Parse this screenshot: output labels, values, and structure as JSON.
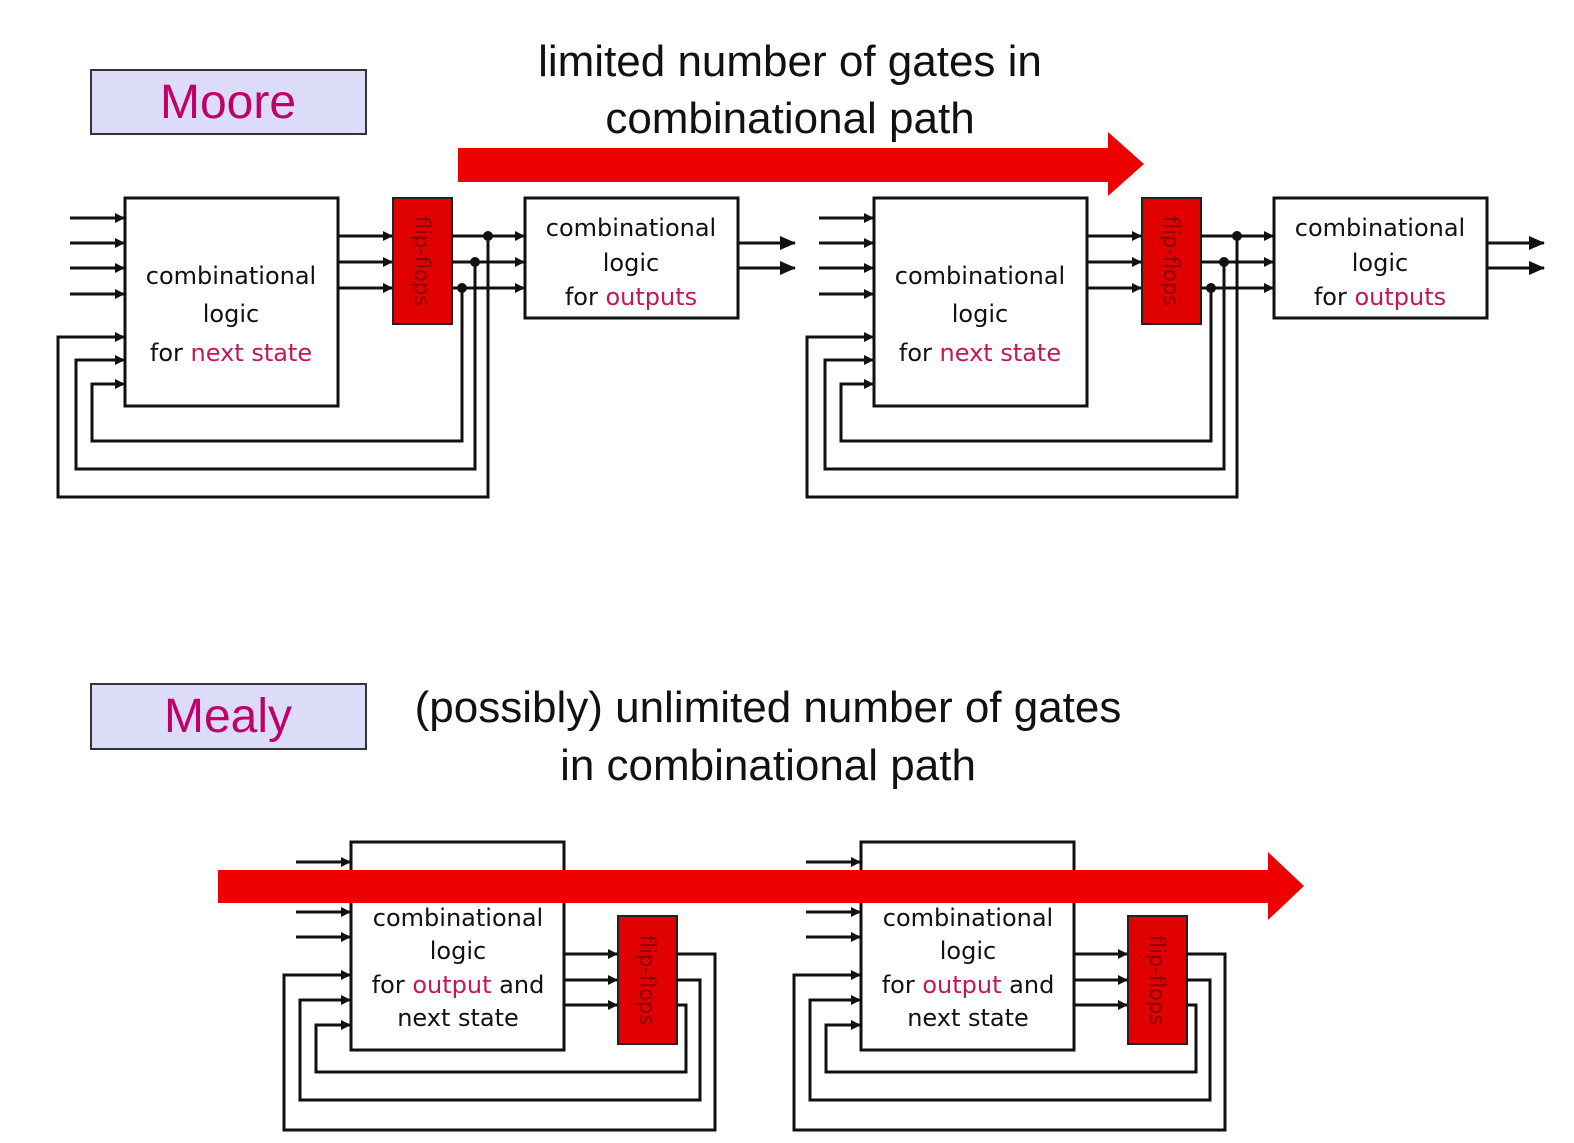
{
  "moore": {
    "label": "Moore",
    "heading_line1": "limited number of gates in",
    "heading_line2": "combinational path",
    "state_logic": {
      "line1": "combinational",
      "line2": "logic",
      "line3_plain": "for ",
      "line3_accent": "next state"
    },
    "output_logic": {
      "line1": "combinational",
      "line2": "logic",
      "line3_plain": "for ",
      "line3_accent": "outputs"
    },
    "flipflops": "flip-flops"
  },
  "mealy": {
    "label": "Mealy",
    "heading_line1": "(possibly) unlimited number of gates",
    "heading_line2": "in combinational path",
    "logic": {
      "line1": "combinational",
      "line2": "logic",
      "line3_plain": "for ",
      "line3_accent": "output",
      "line3_tail": " and",
      "line4_accent": "next state"
    },
    "flipflops": "flip-flops"
  },
  "colors": {
    "accent_text": "#c0185a",
    "label_text": "#c0006a",
    "label_bg": "#dcdcf8",
    "arrow_red": "#ee0000",
    "flipflop_red": "#e00000"
  }
}
